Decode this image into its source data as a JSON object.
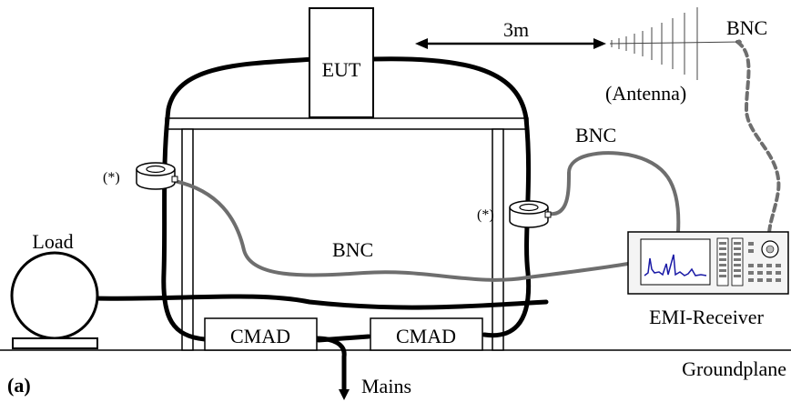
{
  "figure_label": "(a)",
  "labels": {
    "eut": "EUT",
    "distance": "3m",
    "bnc_antenna": "BNC",
    "antenna": "(Antenna)",
    "bnc_upper": "BNC",
    "bnc_lower": "BNC",
    "probe_left": "(*)",
    "probe_right": "(*)",
    "load": "Load",
    "cmad_left": "CMAD",
    "cmad_right": "CMAD",
    "receiver": "EMI-Receiver",
    "mains": "Mains",
    "groundplane": "Groundplane"
  },
  "colors": {
    "power_cable": "#000000",
    "coax_cable": "#6e6e6e",
    "receiver_trace": "#1a1aa6"
  }
}
